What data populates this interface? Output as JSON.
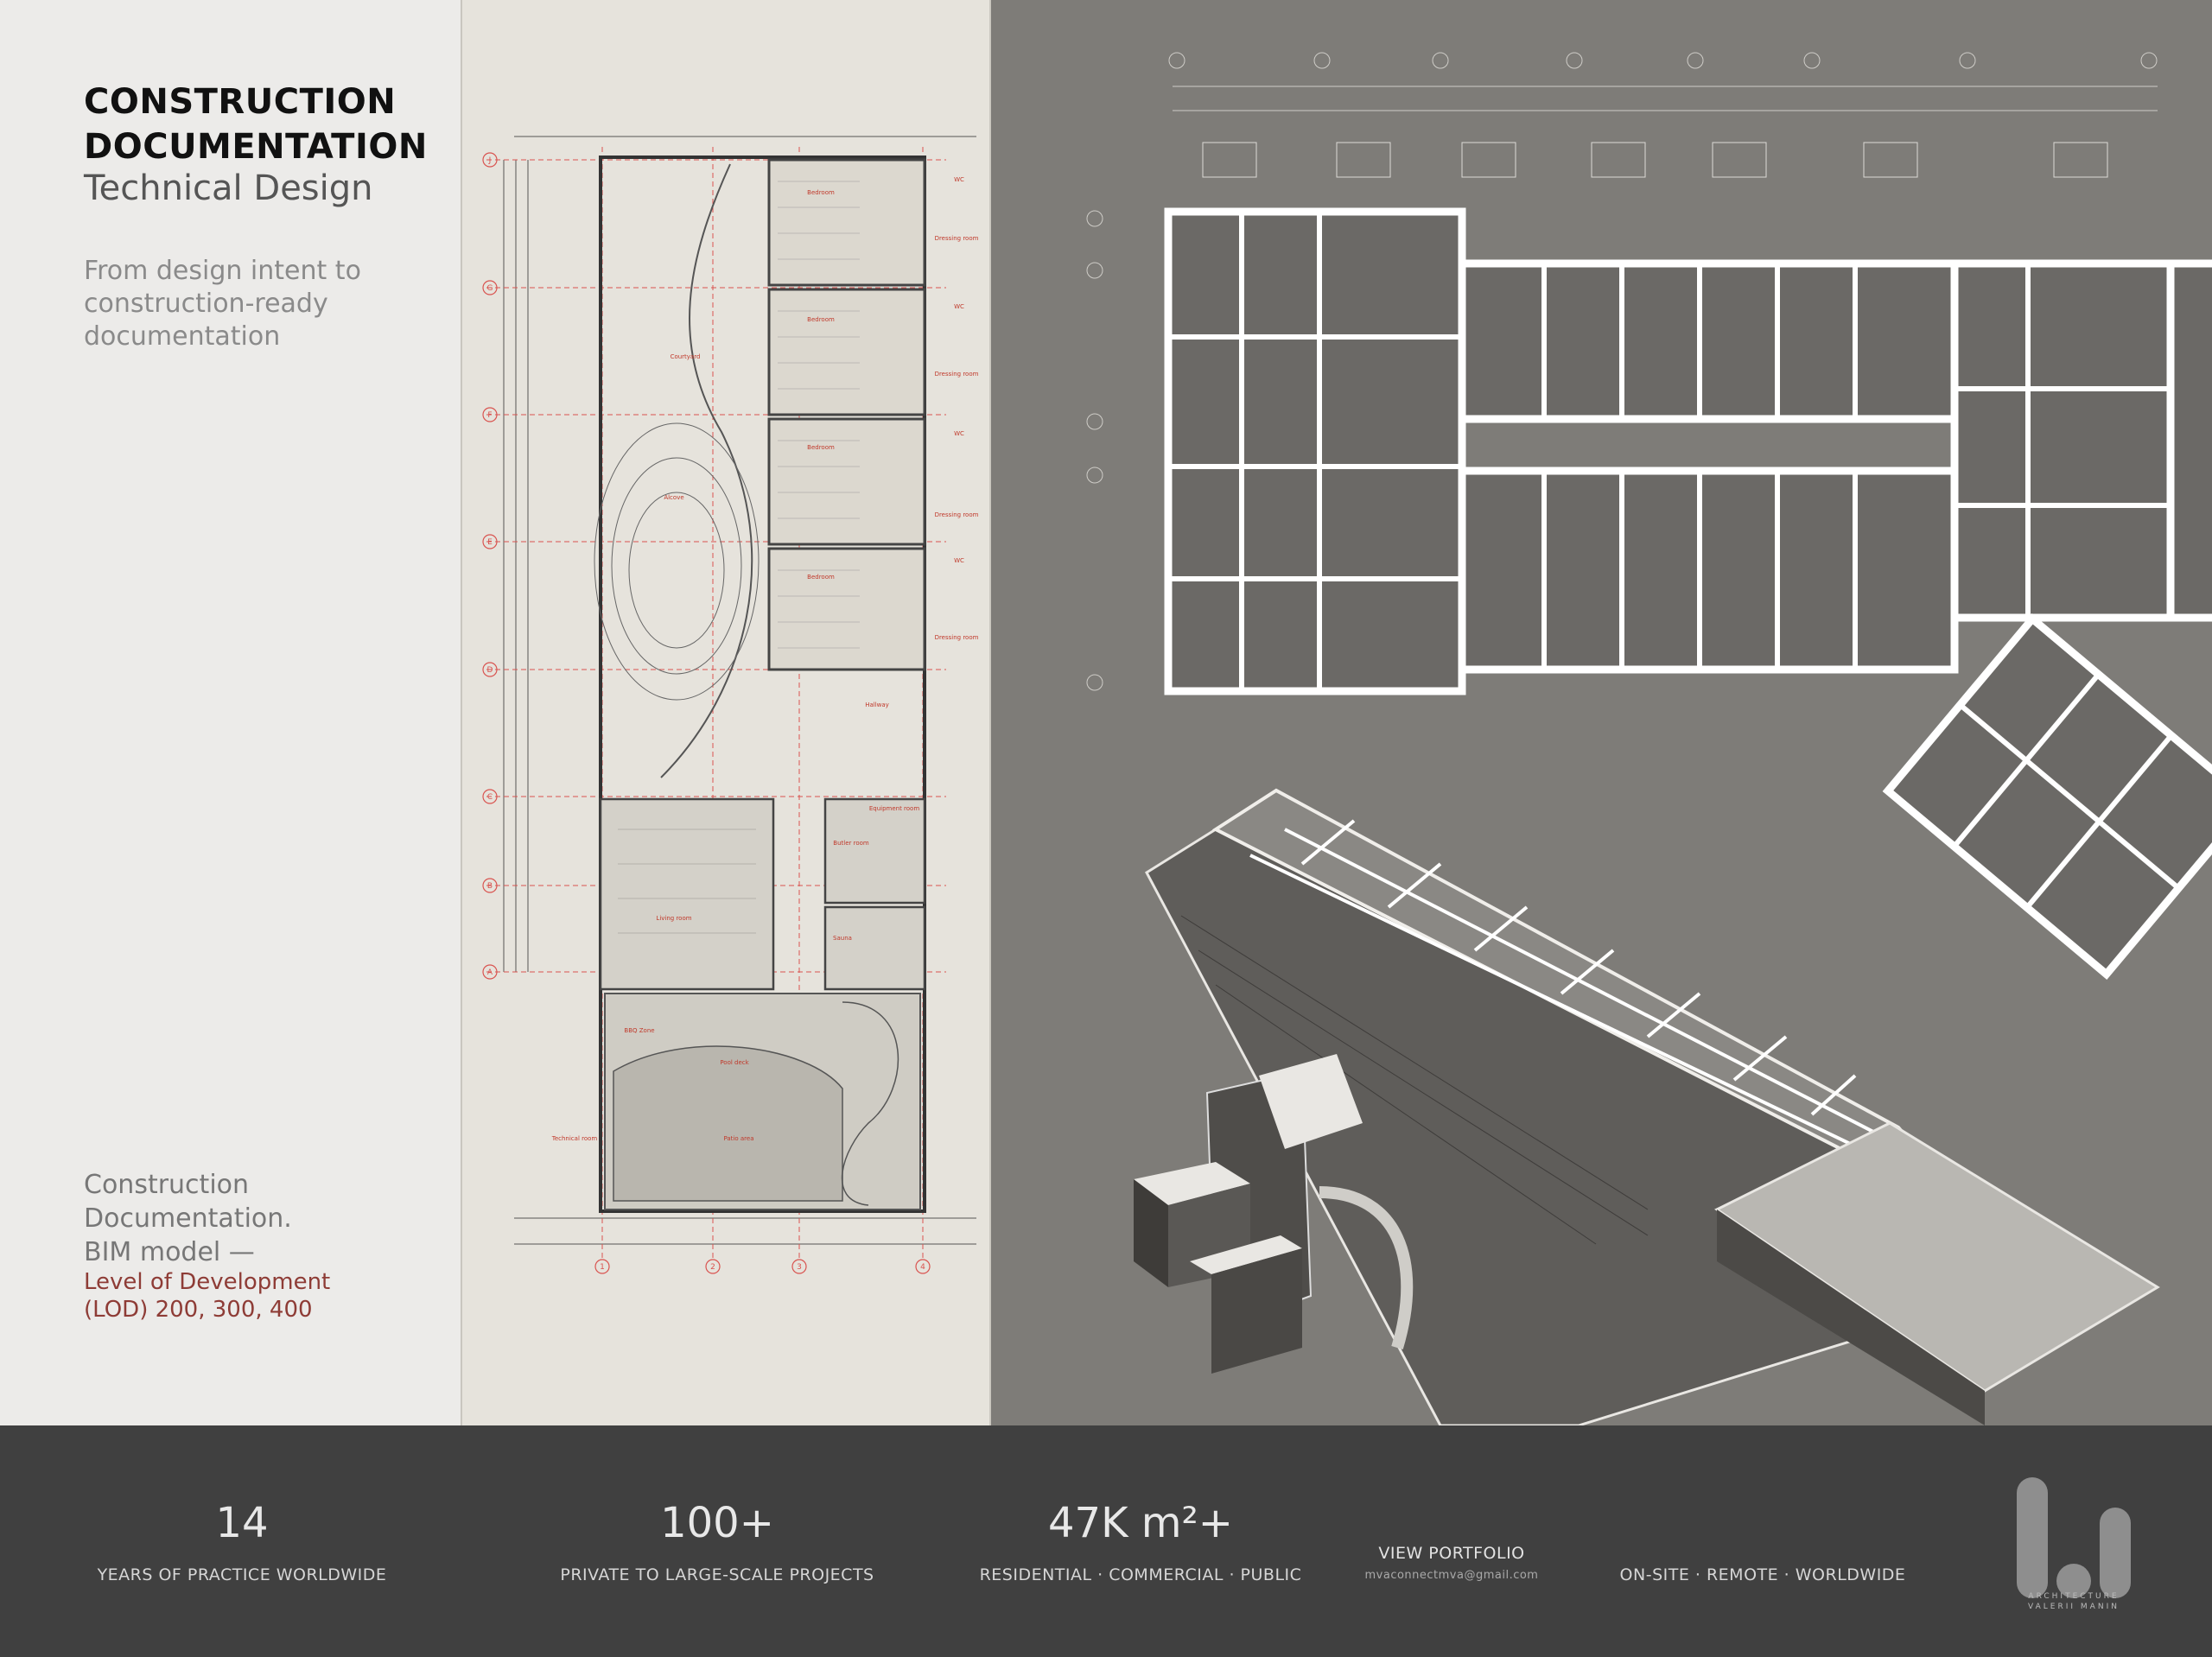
{
  "left": {
    "title_line1": "CONSTRUCTION",
    "title_line2": "DOCUMENTATION",
    "title_line3": "Technical Design",
    "intro": "From design intent to construction-ready documentation",
    "cd_line1": "Construction",
    "cd_line2": "Documentation.",
    "cd_line3": "BIM model —",
    "lod_line1": "Level of Development",
    "lod_line2": "(LOD) 200, 300, 400"
  },
  "plan": {
    "grid_rows": [
      "J",
      "G",
      "F",
      "E",
      "D",
      "C",
      "B",
      "A"
    ],
    "grid_cols": [
      "1",
      "2",
      "3",
      "4"
    ],
    "rooms": [
      "Bedroom",
      "Bedroom",
      "Bedroom",
      "Bedroom",
      "Courtyard",
      "Alcove",
      "Hallway",
      "Living room",
      "Sauna",
      "BBQ Zone",
      "Pool deck",
      "Patio area",
      "Technical room",
      "WC",
      "WC",
      "WC",
      "WC",
      "Dressing room",
      "Dressing room",
      "Dressing room",
      "Dressing room",
      "Equipment room",
      "Butler room"
    ]
  },
  "stats": [
    {
      "value": "14",
      "label": "YEARS OF PRACTICE WORLDWIDE"
    },
    {
      "value": "100+",
      "label": "PRIVATE TO LARGE-SCALE PROJECTS"
    },
    {
      "value": "47K m²+",
      "label": "RESIDENTIAL · COMMERCIAL · PUBLIC"
    }
  ],
  "portfolio": {
    "label": "VIEW PORTFOLIO",
    "email": "mvaconnectmva@gmail.com"
  },
  "availability": "ON-SITE · REMOTE · WORLDWIDE",
  "logo": {
    "line1": "ARCHITECTURE",
    "line2": "VALERII MANIN"
  },
  "colors": {
    "accent_red": "#8e3c36",
    "footer_bg": "#404040",
    "drawing_bg": "#7e7c78",
    "plan_bg": "#e6e3dc"
  }
}
